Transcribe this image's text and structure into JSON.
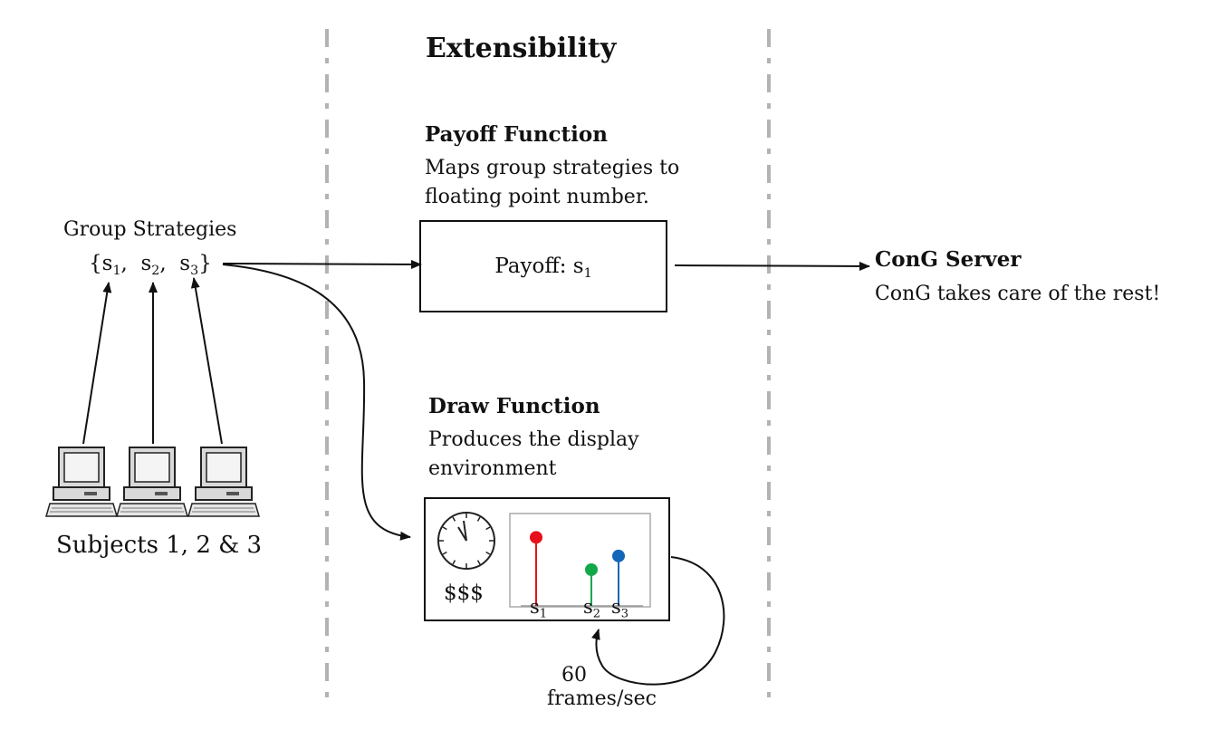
{
  "title": "Extensibility",
  "group_strategies": {
    "label": "Group Strategies",
    "open_brace": "{",
    "close_brace": "}",
    "items": [
      {
        "symbol": "s",
        "sub": "1",
        "sep": ","
      },
      {
        "symbol": "s",
        "sub": "2",
        "sep": ","
      },
      {
        "symbol": "s",
        "sub": "3",
        "sep": ""
      }
    ]
  },
  "subjects_label": "Subjects 1, 2 & 3",
  "payoff": {
    "title": "Payoff Function",
    "desc_line1": "Maps group strategies to",
    "desc_line2": "floating point number.",
    "box_label": "Payoff: s",
    "box_sub": "1"
  },
  "server": {
    "title": "ConG Server",
    "desc": "ConG takes care of the rest!"
  },
  "draw": {
    "title": "Draw Function",
    "desc_line1": "Produces the display",
    "desc_line2": "environment",
    "money": "$$$",
    "bars": [
      {
        "label": "s",
        "sub": "1",
        "color": "#e8101a",
        "level": 0.85
      },
      {
        "label": "s",
        "sub": "2",
        "color": "#12a84a",
        "level": 0.45
      },
      {
        "label": "s",
        "sub": "3",
        "color": "#1466b8",
        "level": 0.62
      }
    ]
  },
  "loop": {
    "line1": "60",
    "line2": "frames/sec"
  },
  "colors": {
    "divider": "#b3b3b3",
    "ink": "#111111"
  }
}
